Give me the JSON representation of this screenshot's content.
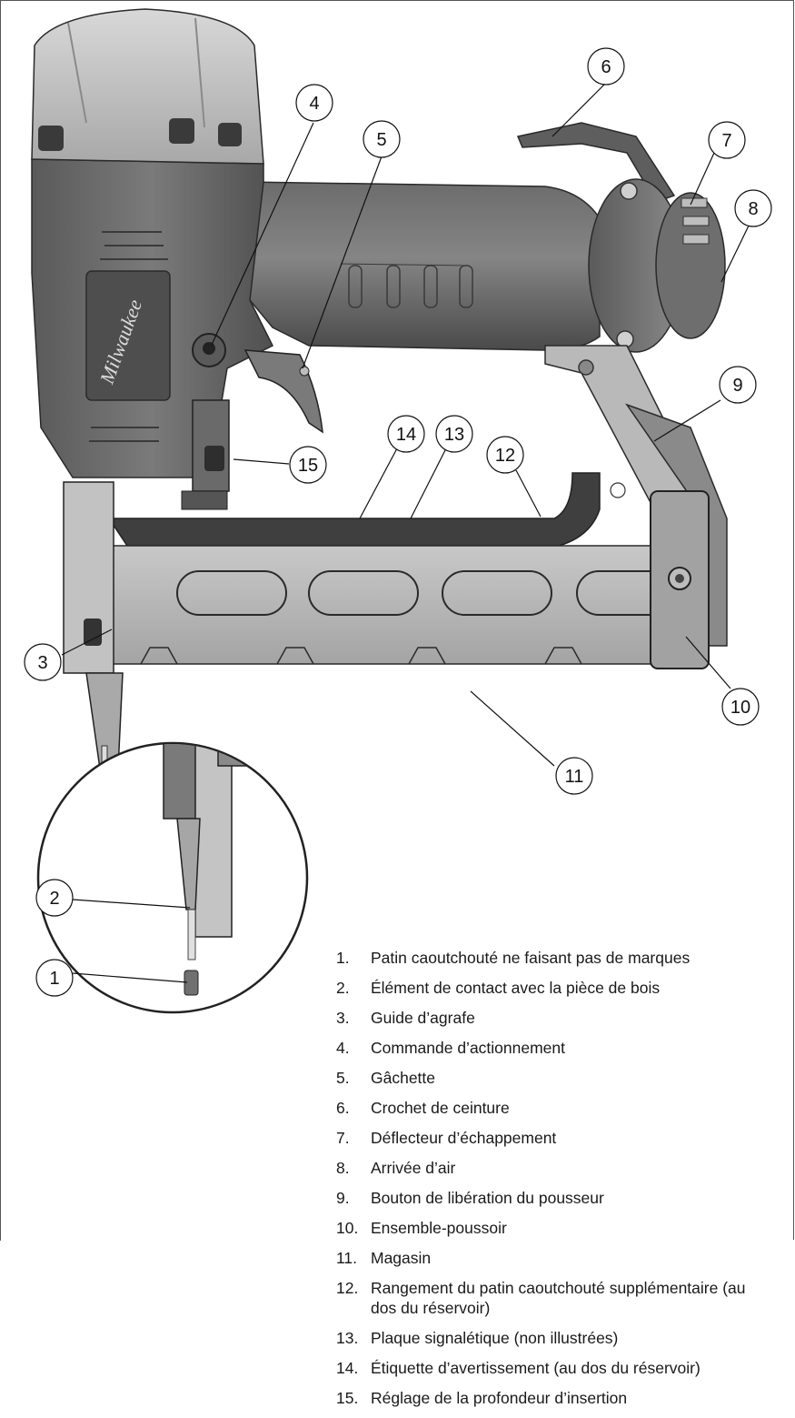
{
  "brand": "Milwaukee",
  "callouts": [
    "1",
    "2",
    "3",
    "4",
    "5",
    "6",
    "7",
    "8",
    "9",
    "10",
    "11",
    "12",
    "13",
    "14",
    "15"
  ],
  "legend": [
    {
      "num": "1.",
      "text": "Patin caoutchouté ne faisant pas de marques"
    },
    {
      "num": "2.",
      "text": "Élément de contact avec la pièce de bois"
    },
    {
      "num": "3.",
      "text": "Guide d’agrafe"
    },
    {
      "num": "4.",
      "text": "Commande d’actionnement"
    },
    {
      "num": "5.",
      "text": "Gâchette"
    },
    {
      "num": "6.",
      "text": "Crochet de ceinture"
    },
    {
      "num": "7.",
      "text": "Déflecteur d’échappement"
    },
    {
      "num": "8.",
      "text": "Arrivée d’air"
    },
    {
      "num": "9.",
      "text": "Bouton de libération du pousseur"
    },
    {
      "num": "10.",
      "text": "Ensemble-poussoir"
    },
    {
      "num": "11.",
      "text": "Magasin"
    },
    {
      "num": "12.",
      "text": "Rangement du patin caoutchouté supplémentaire (au dos du réservoir)"
    },
    {
      "num": "13.",
      "text": "Plaque signalétique (non illustrées)"
    },
    {
      "num": "14.",
      "text": "Étiquette d’avertissement (au dos du réservoir)"
    },
    {
      "num": "15.",
      "text": "Réglage de la profondeur d’insertion"
    }
  ]
}
